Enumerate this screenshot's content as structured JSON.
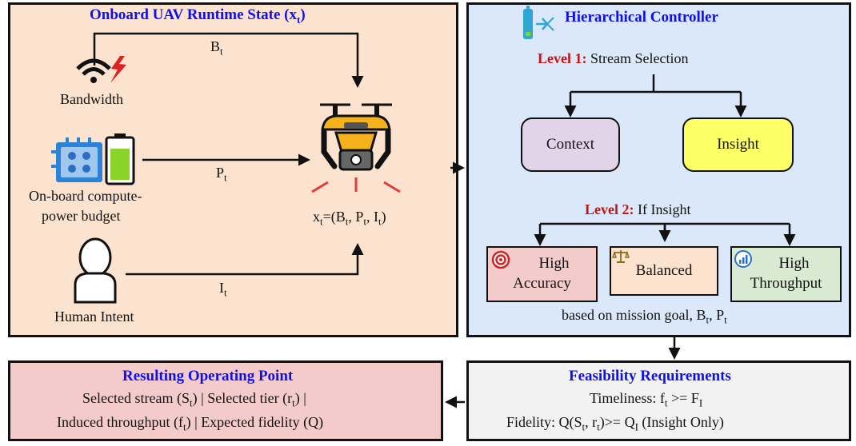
{
  "state": {
    "title_main": "Onboard UAV Runtime State (x",
    "title_sub": "t",
    "title_end": ")",
    "bandwidth": "Bandwidth",
    "compute_line1": "On-board compute-",
    "compute_line2": "power budget",
    "human": "Human Intent",
    "edge_b": "B",
    "edge_p": "P",
    "edge_i": "I",
    "sub_t": "t",
    "formula": {
      "x": "x",
      "eq": "=(B",
      "c1": ", P",
      "c2": ", I",
      "close": ")"
    }
  },
  "controller": {
    "title": "Hierarchical Controller",
    "level1_label": "Level 1:",
    "level1_text": "Stream Selection",
    "context": "Context",
    "insight": "Insight",
    "level2_label": "Level 2:",
    "level2_text": "If Insight",
    "tiers": [
      {
        "line1": "High",
        "line2": "Accuracy",
        "color": "#f4cbcb",
        "icon": "target-icon"
      },
      {
        "line1": "Balanced",
        "line2": "",
        "color": "#fbe3cf",
        "icon": "scales-icon"
      },
      {
        "line1": "High",
        "line2": "Throughput",
        "color": "#d9ead3",
        "icon": "chart-icon"
      }
    ],
    "mission": {
      "pre": "based on mission goal, B",
      "mid": ", P"
    }
  },
  "result": {
    "title": "Resulting Operating Point",
    "l1a": "Selected stream (S",
    "l1b": ") | Selected tier (r",
    "l1c": ") |",
    "l2a": "Induced throughput (f",
    "l2b": ") | Expected fidelity (Q)"
  },
  "feasibility": {
    "title": "Feasibility Requirements",
    "time_a": "Timeliness: f",
    "time_b": " >= F",
    "fid_a": "Fidelity: Q(S",
    "fid_b": ", r",
    "fid_c": ")>= Q",
    "fid_d": " (Insight Only)",
    "sub_I": "I"
  },
  "colors": {
    "title_blue": "#1010ee",
    "level_red": "#c21515",
    "context": "#e2d4e8",
    "insight": "#ffff66"
  }
}
